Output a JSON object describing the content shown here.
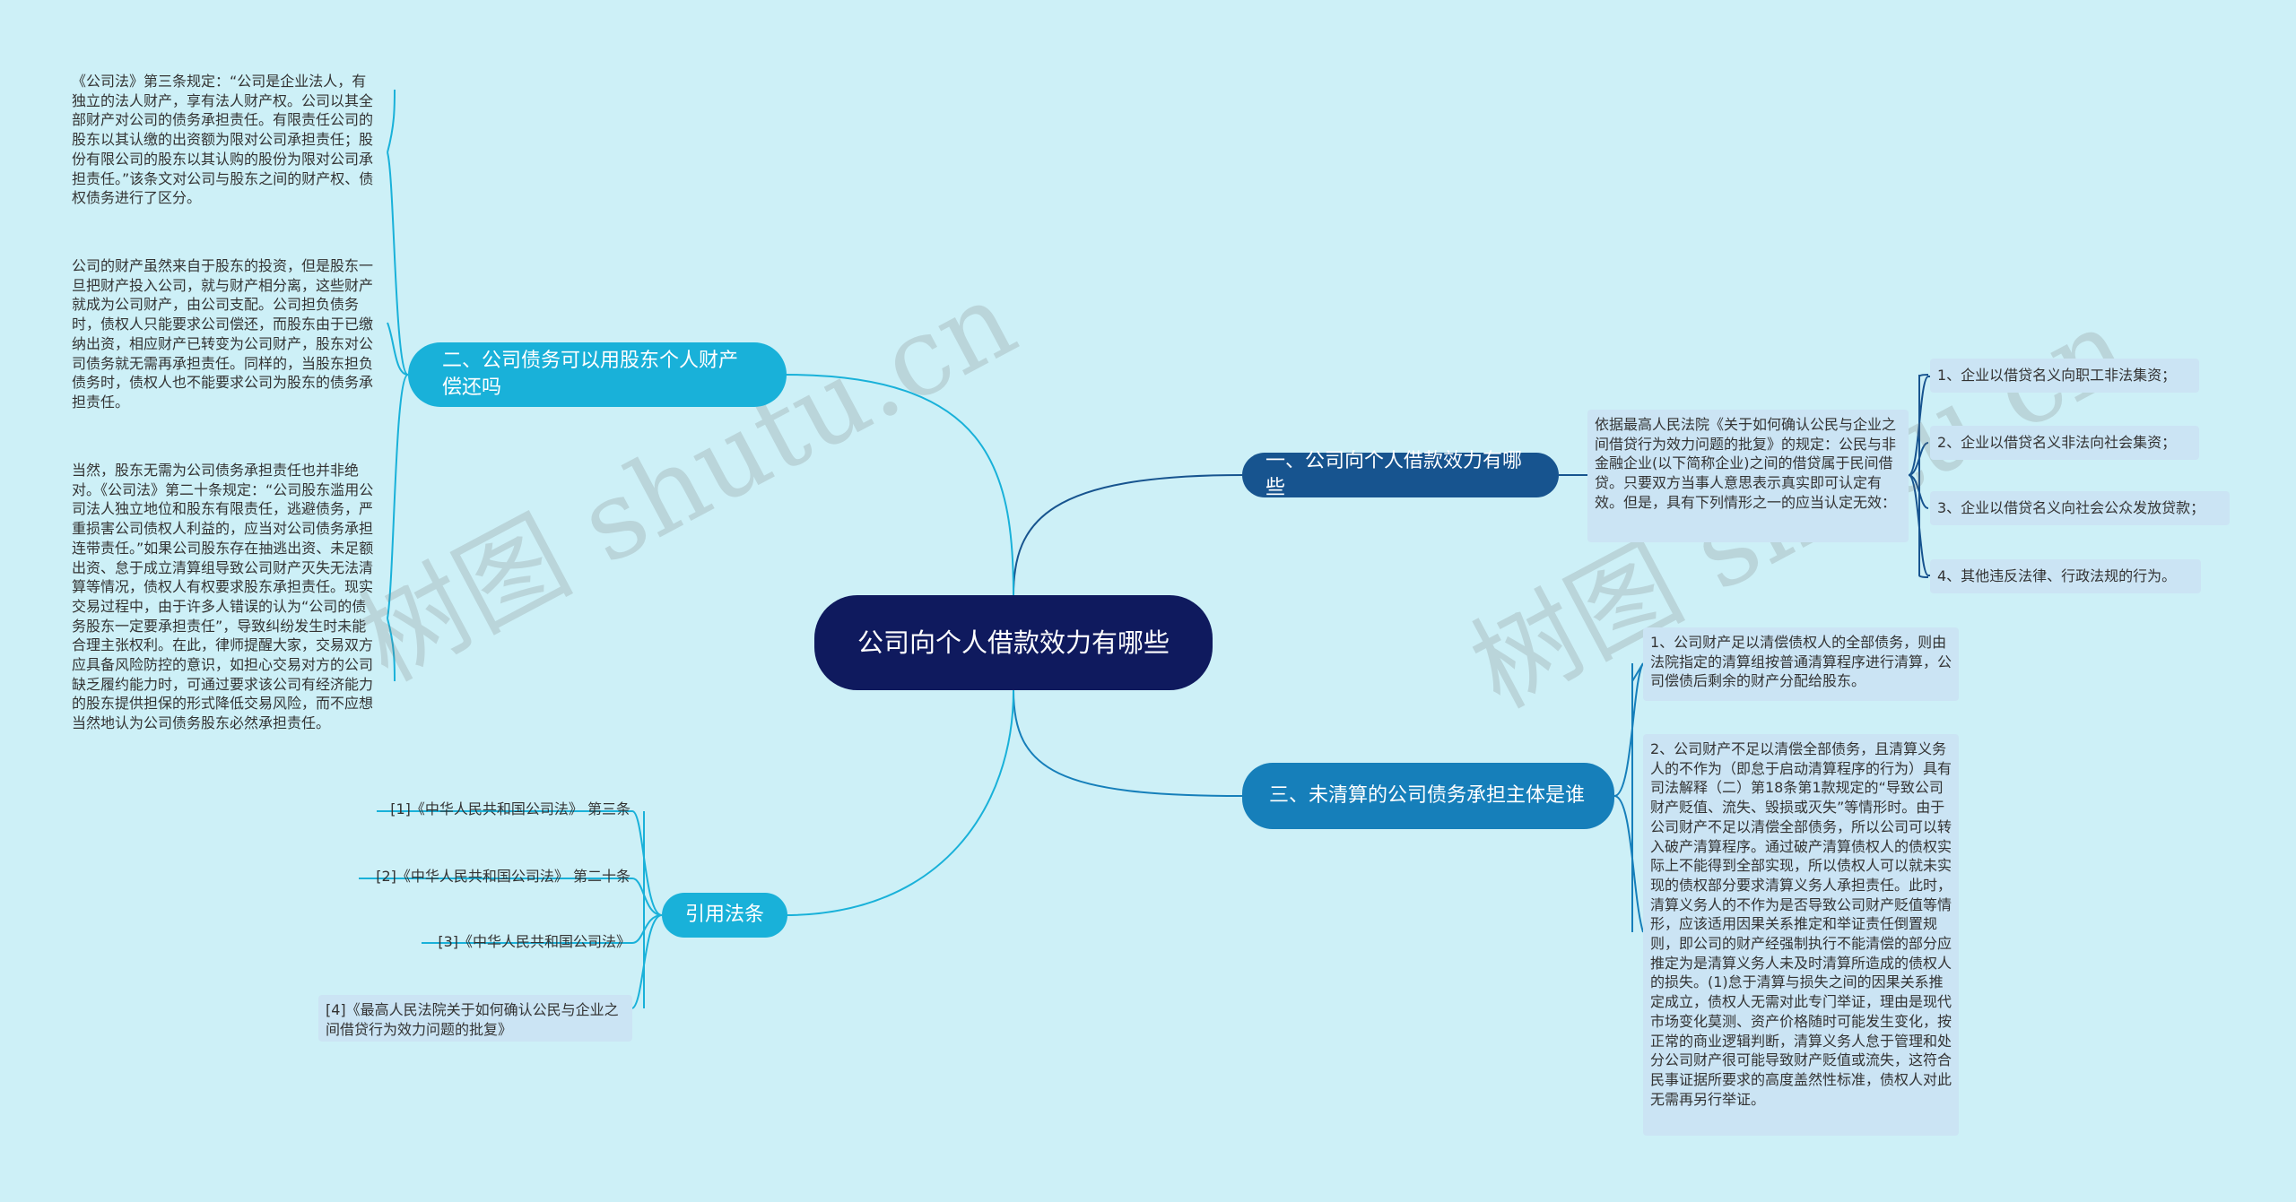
{
  "watermark": "树图 shutu.cn",
  "root": {
    "label": "公司向个人借款效力有哪些"
  },
  "branches": {
    "b1": {
      "label": "一、公司向个人借款效力有哪些",
      "intro": "依据最高人民法院《关于如何确认公民与企业之间借贷行为效力问题的批复》的规定：公民与非金融企业(以下简称企业)之间的借贷属于民间借贷。只要双方当事人意思表示真实即可认定有效。但是，具有下列情形之一的应当认定无效：",
      "items": [
        "1、企业以借贷名义向职工非法集资；",
        "2、企业以借贷名义非法向社会集资；",
        "3、企业以借贷名义向社会公众发放贷款；",
        "4、其他违反法律、行政法规的行为。"
      ]
    },
    "b2": {
      "label": "二、公司债务可以用股东个人财产偿还吗",
      "texts": [
        "《公司法》第三条规定：“公司是企业法人，有独立的法人财产，享有法人财产权。公司以其全部财产对公司的债务承担责任。有限责任公司的股东以其认缴的出资额为限对公司承担责任；股份有限公司的股东以其认购的股份为限对公司承担责任。”该条文对公司与股东之间的财产权、债权债务进行了区分。",
        "公司的财产虽然来自于股东的投资，但是股东一旦把财产投入公司，就与财产相分离，这些财产就成为公司财产，由公司支配。公司担负债务时，债权人只能要求公司偿还，而股东由于已缴纳出资，相应财产已转变为公司财产，股东对公司债务就无需再承担责任。同样的，当股东担负债务时，债权人也不能要求公司为股东的债务承担责任。",
        "当然，股东无需为公司债务承担责任也并非绝对。《公司法》第二十条规定：“公司股东滥用公司法人独立地位和股东有限责任，逃避债务，严重损害公司债权人利益的，应当对公司债务承担连带责任。”如果公司股东存在抽逃出资、未足额出资、怠于成立清算组导致公司财产灭失无法清算等情况，债权人有权要求股东承担责任。现实交易过程中，由于许多人错误的认为“公司的债务股东一定要承担责任”，导致纠纷发生时未能合理主张权利。在此，律师提醒大家，交易双方应具备风险防控的意识，如担心交易对方的公司缺乏履约能力时，可通过要求该公司有经济能力的股东提供担保的形式降低交易风险，而不应想当然地认为公司债务股东必然承担责任。"
      ]
    },
    "b3": {
      "label": "三、未清算的公司债务承担主体是谁",
      "texts": [
        "1、公司财产足以清偿债权人的全部债务，则由法院指定的清算组按普通清算程序进行清算，公司偿债后剩余的财产分配给股东。",
        "2、公司财产不足以清偿全部债务，且清算义务人的不作为（即怠于启动清算程序的行为）具有司法解释（二）第18条第1款规定的“导致公司财产贬值、流失、毁损或灭失”等情形时。由于公司财产不足以清偿全部债务，所以公司可以转入破产清算程序。通过破产清算债权人的债权实际上不能得到全部实现，所以债权人可以就未实现的债权部分要求清算义务人承担责任。此时，清算义务人的不作为是否导致公司财产贬值等情形，应该适用因果关系推定和举证责任倒置规则，即公司的财产经强制执行不能清偿的部分应推定为是清算义务人未及时清算所造成的债权人的损失。(1)怠于清算与损失之间的因果关系推定成立，债权人无需对此专门举证，理由是现代市场变化莫测、资产价格随时可能发生变化，按正常的商业逻辑判断，清算义务人怠于管理和处分公司财产很可能导致财产贬值或流失，这符合民事证据所要求的高度盖然性标准，债权人对此无需再另行举证。"
      ]
    },
    "b4": {
      "label": "引用法条",
      "items": [
        "[1]《中华人民共和国公司法》 第三条",
        "[2]《中华人民共和国公司法》 第二十条",
        "[3]《中华人民共和国公司法》",
        "[4]《最高人民法院关于如何确认公民与企业之间借贷行为效力问题的批复》"
      ]
    }
  },
  "colors": {
    "background": "#cdf0f7",
    "root": "#0f1a5e",
    "branch_dark": "#17548f",
    "branch_mid": "#167fba",
    "branch_cyan": "#19b1d9",
    "leaf_box": "#cbe4f4"
  }
}
